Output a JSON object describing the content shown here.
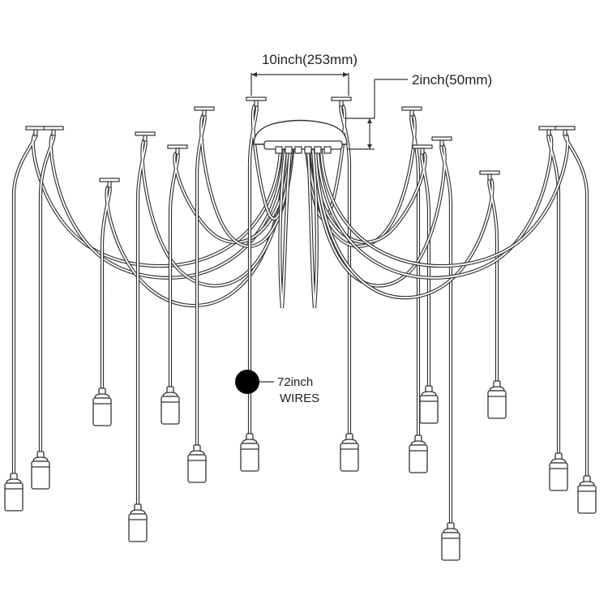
{
  "dimensions": {
    "canopy_width": "10inch(253mm)",
    "canopy_height": "2inch(50mm)"
  },
  "wire_label": {
    "line1": "72inch",
    "line2": "WIRES"
  },
  "colors": {
    "ink": "#333333",
    "background": "#ffffff",
    "marker": "#000000"
  },
  "pendant_count": 14
}
